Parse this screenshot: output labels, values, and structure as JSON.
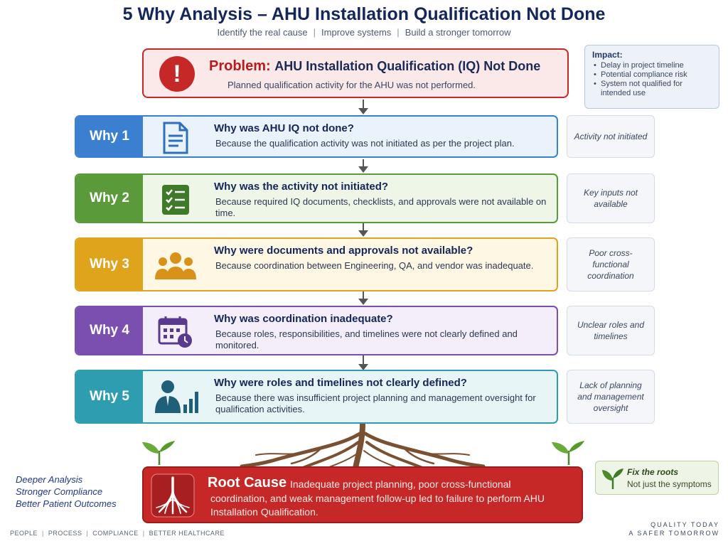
{
  "header": {
    "title": "5 Why Analysis – AHU Installation Qualification Not Done",
    "subtitle_items": [
      "Identify the real cause",
      "Improve systems",
      "Build a stronger tomorrow"
    ]
  },
  "problem": {
    "label": "Problem:",
    "text": "AHU Installation Qualification (IQ)  Not Done",
    "description": "Planned qualification activity for the AHU was not performed."
  },
  "impact": {
    "heading": "Impact:",
    "items": [
      "Delay in project timeline",
      "Potential compliance risk",
      "System not qualified for intended use"
    ]
  },
  "whys": [
    {
      "tag": "Why 1",
      "question": "Why was AHU IQ not done?",
      "answer": "Because the qualification activity was not initiated as per the project plan.",
      "summary": "Activity not initiated",
      "color": "#3a7fd0",
      "bg": "#eaf3fc",
      "icon": "document-icon"
    },
    {
      "tag": "Why 2",
      "question": "Why was the activity not initiated?",
      "answer": "Because required IQ documents, checklists, and approvals were not available on time.",
      "summary": "Key inputs not available",
      "color": "#5a9a3a",
      "bg": "#eef6e8",
      "icon": "checklist-icon"
    },
    {
      "tag": "Why 3",
      "question": "Why were documents and approvals not available?",
      "answer": "Because coordination between Engineering, QA, and vendor was inadequate.",
      "summary": "Poor cross-functional coordination",
      "color": "#e0a41c",
      "bg": "#fdf7e4",
      "icon": "team-icon"
    },
    {
      "tag": "Why 4",
      "question": "Why was coordination inadequate?",
      "answer": "Because roles, responsibilities, and timelines were not clearly defined and monitored.",
      "summary": "Unclear roles and timelines",
      "color": "#7a4fb0",
      "bg": "#f3eef9",
      "icon": "calendar-clock-icon"
    },
    {
      "tag": "Why 5",
      "question": "Why were roles and timelines not clearly defined?",
      "answer": "Because there was insufficient project planning and management oversight for qualification activities.",
      "summary": "Lack of planning and management oversight",
      "color": "#2f9db0",
      "bg": "#e8f5f7",
      "icon": "manager-chart-icon"
    }
  ],
  "root_cause": {
    "label": "Root Cause",
    "text": "Inadequate project planning, poor cross-functional",
    "text2": "coordination, and weak management follow-up led to failure to perform AHU Installation Qualification."
  },
  "left_note": [
    "Deeper Analysis",
    "Stronger Compliance",
    "Better Patient Outcomes"
  ],
  "fix": {
    "heading": "Fix the roots",
    "sub": "Not just the symptoms"
  },
  "footer_items": [
    "PEOPLE",
    "PROCESS",
    "COMPLIANCE",
    "BETTER HEALTHCARE"
  ],
  "quality": [
    "QUALITY TODAY",
    "A SAFER TOMORROW"
  ],
  "colors": {
    "problem_red": "#c62828",
    "title_navy": "#14265a"
  }
}
